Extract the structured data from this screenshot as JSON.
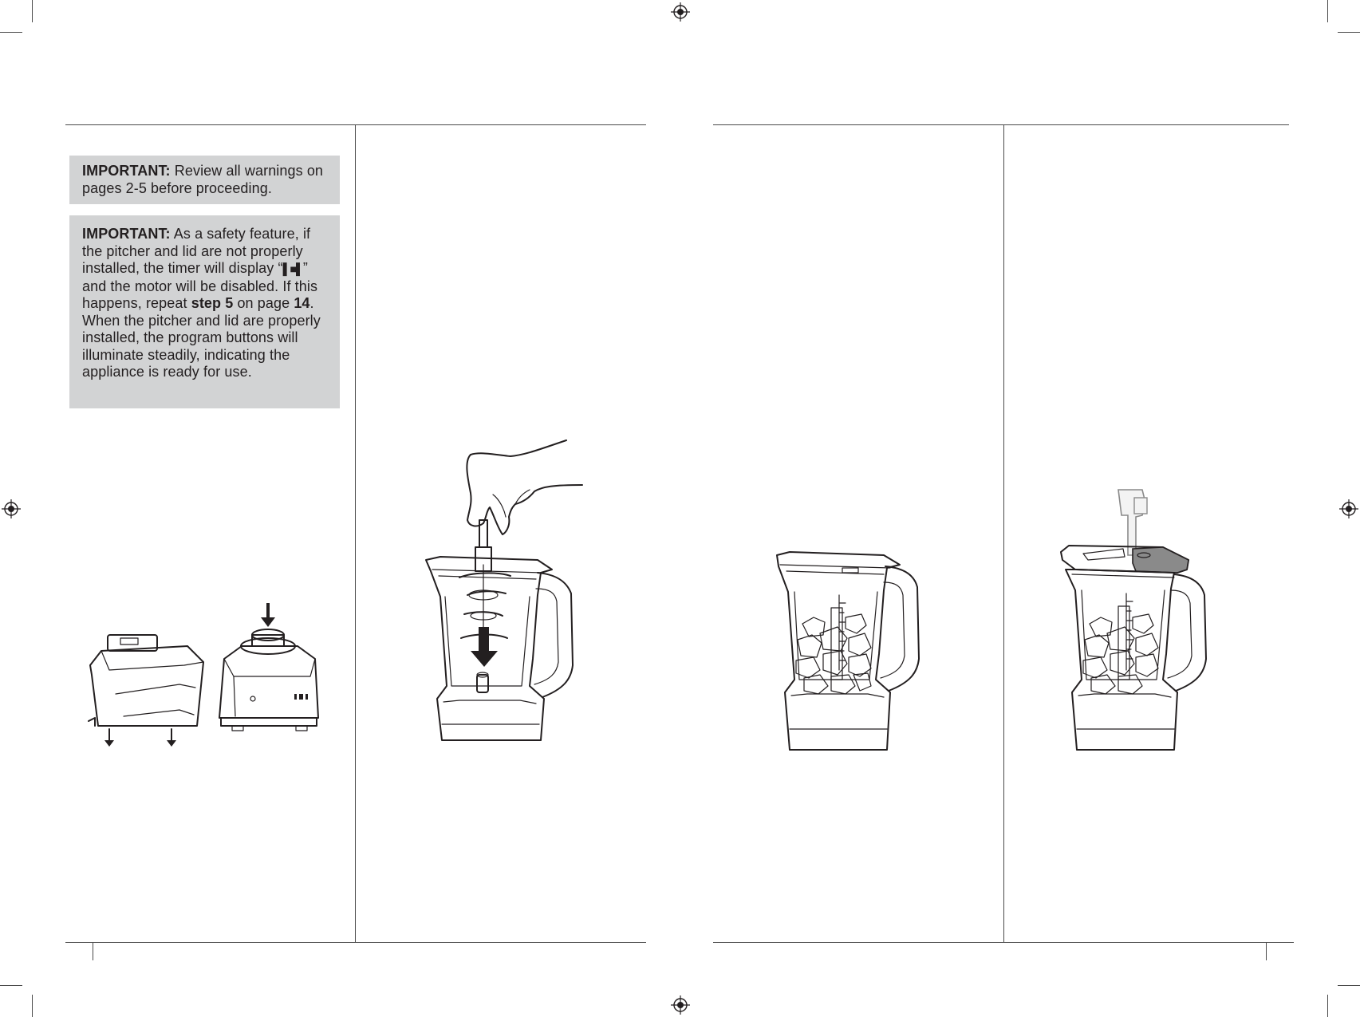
{
  "notes": [
    {
      "lead": "IMPORTANT:",
      "text": " Review all warnings on pages 2-5 before proceeding."
    },
    {
      "lead": "IMPORTANT:",
      "part1": " As a safety feature, if the pitcher and lid are not properly installed, the timer will display “",
      "display_glyphs": "▌■▌",
      "part2": "” and the motor will be disabled. If this happens, repeat ",
      "step_ref": "step 5",
      "part3": " on page ",
      "page_ref": "14",
      "part4": ". When the pitcher and lid are properly installed, the program buttons will illuminate steadily, indicating the appliance is ready for use."
    }
  ],
  "illustrations": [
    {
      "icon": "motor-base-placement-icon"
    },
    {
      "icon": "blade-assembly-install-icon"
    },
    {
      "icon": "pitcher-with-ice-icon"
    },
    {
      "icon": "pitcher-with-lid-icon"
    }
  ],
  "colors": {
    "note_background": "#d2d3d4",
    "rule": "#4a4a4a",
    "ink": "#231f20",
    "lid_handle": "#8a8a8a"
  }
}
